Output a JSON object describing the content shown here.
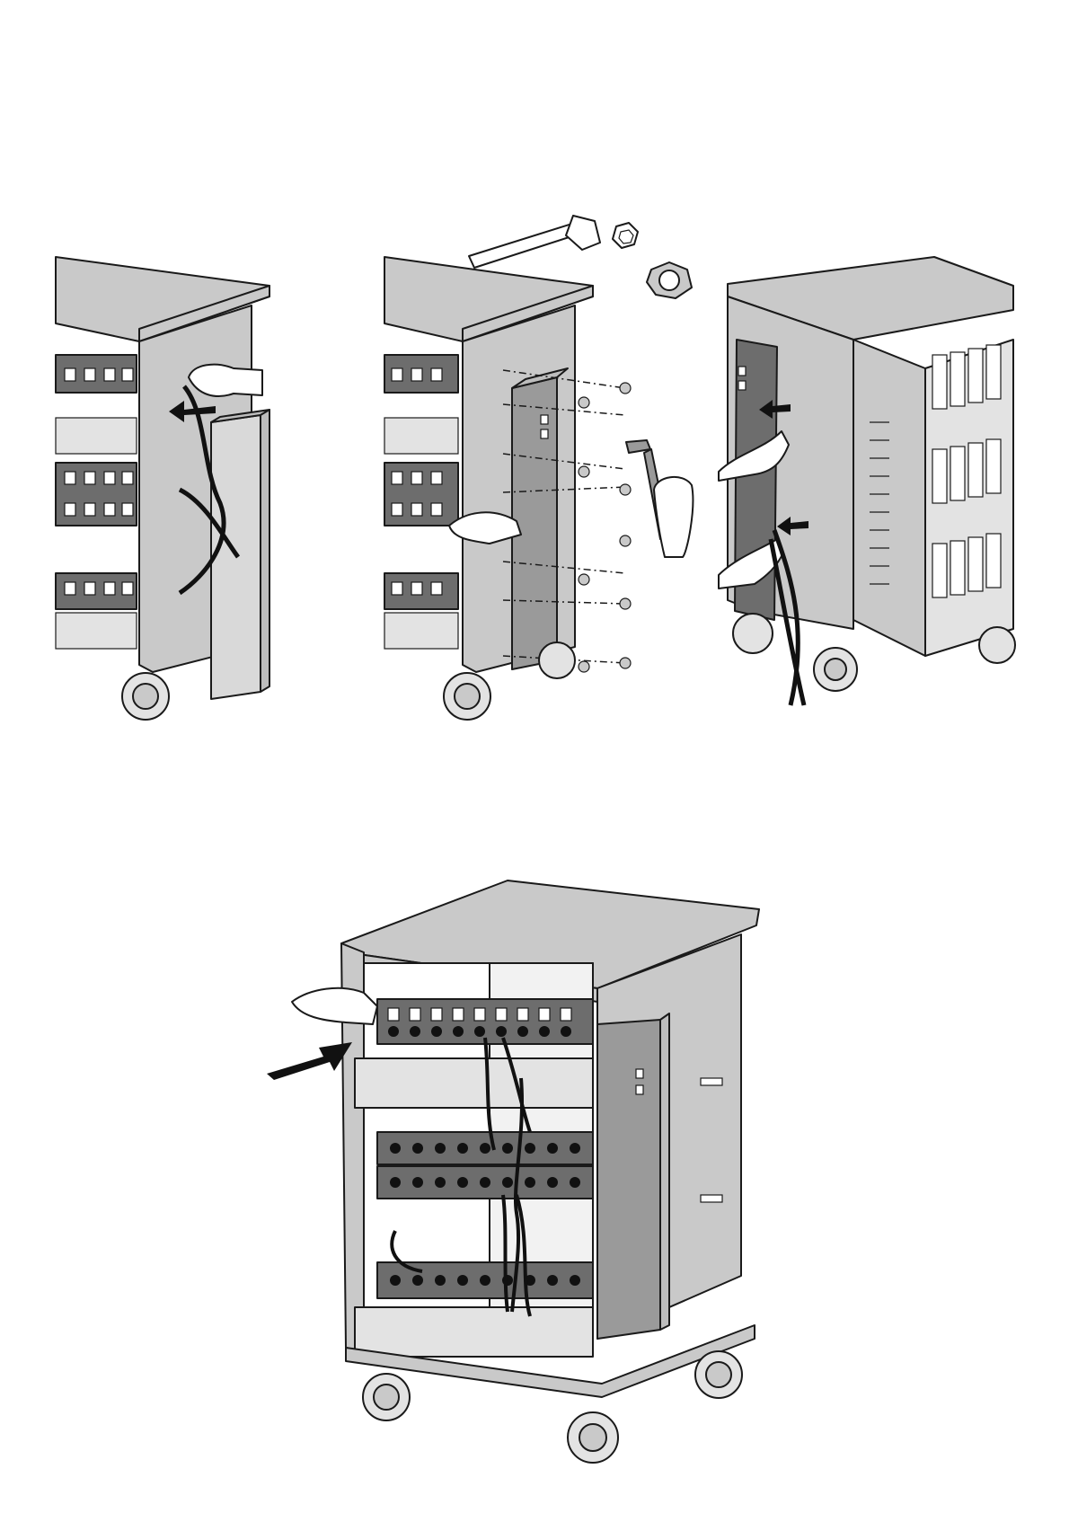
{
  "document": {
    "text_visible": [],
    "panels": [
      {
        "name": "step-remove-power-module",
        "icons": [
          "cart-cutaway",
          "hand",
          "arrow-left",
          "power-module-open"
        ]
      },
      {
        "name": "step-mount-power-module",
        "icons": [
          "cart-cutaway",
          "ratchet-wrench",
          "socket",
          "hex-nut",
          "power-module-cover",
          "nuts",
          "hand"
        ]
      },
      {
        "name": "step-connect-power-cords",
        "icons": [
          "cart-open-door",
          "hand",
          "arrow-right",
          "power-cord"
        ]
      },
      {
        "name": "step-plug-devices",
        "icons": [
          "cart-full-rear",
          "hand",
          "arrow-right",
          "power-strips",
          "cable-bundle"
        ]
      }
    ]
  },
  "colors": {
    "panel_gray": "#c9c9c9",
    "dark_gray": "#6d6d6d",
    "light_gray": "#e3e3e3",
    "line": "#1a1a1a",
    "black": "#111111"
  }
}
